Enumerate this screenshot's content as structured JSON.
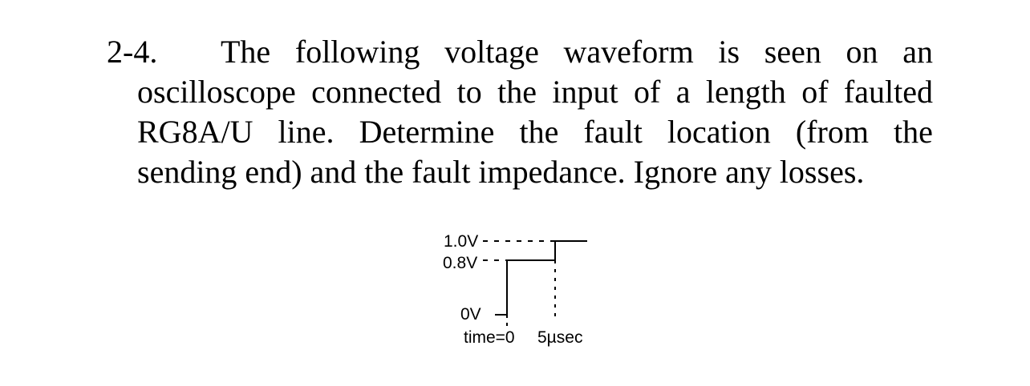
{
  "problem": {
    "number": "2-4.",
    "words": {
      "line1": [
        "The",
        "following",
        "voltage",
        "waveform",
        "is",
        "seen",
        "on",
        "an"
      ],
      "line2": [
        "oscilloscope",
        "connected",
        "to",
        "the",
        "input",
        "of",
        "a",
        "length",
        "of",
        "faulted"
      ],
      "line3": [
        "RG8A/U",
        "line.",
        "Determine",
        "the",
        "fault",
        "location",
        "(from",
        "the"
      ],
      "line4": "sending end) and the fault impedance. Ignore any losses."
    }
  },
  "waveform": {
    "levels": {
      "v_high": "1.0V",
      "v_mid": "0.8V",
      "v_zero": "0V"
    },
    "time_labels": {
      "t0": "time=0",
      "t1": "5µsec"
    },
    "steps": [
      {
        "time_us": 0,
        "voltage": 0.8
      },
      {
        "time_us": 5,
        "voltage": 1.0
      }
    ]
  }
}
